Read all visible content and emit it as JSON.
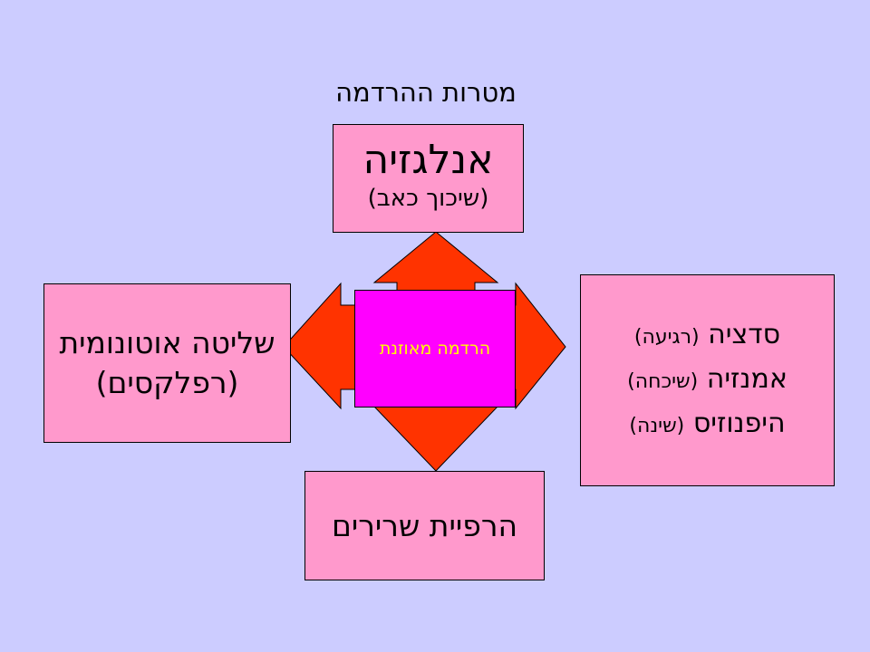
{
  "title": "מטרות ההרדמה",
  "center": {
    "label": "הרדמה מאוזנת"
  },
  "top_box": {
    "main": "אנלגזיה",
    "sub": "(שיכוך כאב)"
  },
  "left_box": {
    "line1": "שליטה אוטונומית",
    "line2": "(רפלקסים)"
  },
  "right_box": {
    "rows": [
      {
        "main": "סדציה",
        "paren": "(רגיעה)"
      },
      {
        "main": "אמנזיה",
        "paren": "(שיכחה)"
      },
      {
        "main": "היפנוזיס",
        "paren": "(שינה)"
      }
    ]
  },
  "bottom_box": {
    "line": "הרפיית שרירים"
  },
  "colors": {
    "background": "#ccccff",
    "box_fill": "#ff99cc",
    "arrow_fill": "#ff3300",
    "center_fill": "#ff00ff",
    "center_text": "#ffff00"
  }
}
